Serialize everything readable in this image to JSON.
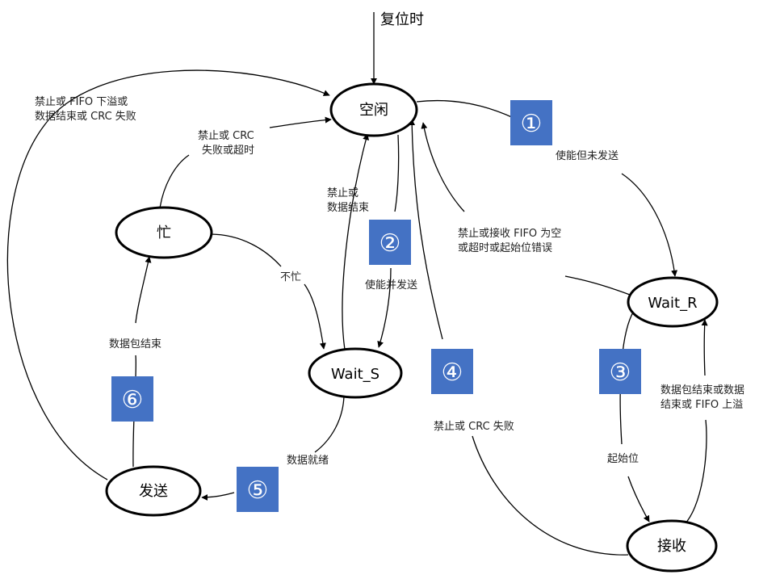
{
  "colors": {
    "badge": "#4472C4",
    "line": "#000000"
  },
  "states": {
    "idle": "空闲",
    "busy": "忙",
    "wait_s": "Wait_S",
    "wait_r": "Wait_R",
    "send": "发送",
    "receive": "接收"
  },
  "entry_label": "复位时",
  "transitions": {
    "send_to_idle": [
      "禁止或 FIFO 下溢或",
      "数据结束或 CRC 失败"
    ],
    "busy_to_idle": [
      "禁止或 CRC",
      "失败或超时"
    ],
    "waits_to_idle": [
      "禁止或",
      "数据结束"
    ],
    "idle_to_waits": [
      "使能并发送"
    ],
    "busy_to_waits": [
      "不忙"
    ],
    "idle_to_waitr": [
      "使能但未发送"
    ],
    "waitr_to_idle": [
      "禁止或接收 FIFO 为空",
      "或超时或起始位错误"
    ],
    "waitr_to_receive": [
      "起始位"
    ],
    "receive_to_waitr": [
      "数据包结束或数据",
      "结束或 FIFO 上溢"
    ],
    "receive_to_idle": [
      "禁止或 CRC 失败"
    ],
    "waits_to_send": [
      "数据就绪"
    ],
    "send_to_busy": [
      "数据包结束"
    ]
  },
  "badges": [
    "①",
    "②",
    "③",
    "④",
    "⑤",
    "⑥"
  ]
}
